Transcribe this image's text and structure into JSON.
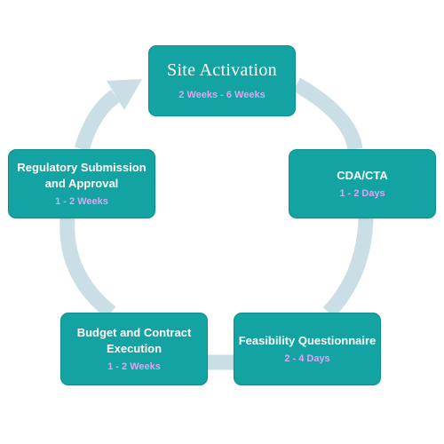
{
  "colors": {
    "box_fill": "#13a3a2",
    "ring": "#c9dfe5",
    "duration_text": "#d9a6f4",
    "title_text": "#ffffff"
  },
  "steps": [
    {
      "title": "Site Activation",
      "duration": "2 Weeks - 6 Weeks"
    },
    {
      "title": "CDA/CTA",
      "duration": "1 - 2 Days"
    },
    {
      "title": "Feasibility Questionnaire",
      "duration": "2 - 4 Days"
    },
    {
      "title": "Budget and Contract Execution",
      "duration": "1 - 2 Weeks"
    },
    {
      "title": "Regulatory Submission and Approval",
      "duration": "1 - 2 Weeks"
    }
  ]
}
